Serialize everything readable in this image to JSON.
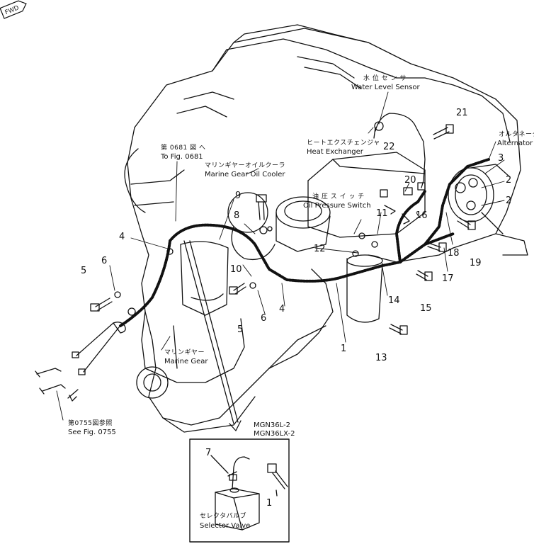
{
  "direction_badge": "FWD",
  "callouts": {
    "water_level_sensor": {
      "jp": "水 位 セ ン サ",
      "en": "Water Level Sensor"
    },
    "alternator": {
      "jp": "オルタネータ",
      "en": "Alternator"
    },
    "heat_exchanger": {
      "jp": "ヒートエクスチェンジャ",
      "en": "Heat Exchanger"
    },
    "to_fig": {
      "jp": "第 0681 図 へ",
      "en": "To Fig. 0681"
    },
    "marine_gear_oil_cooler": {
      "jp": "マリンギヤーオイルクーラ",
      "en": "Marine Gear Oil Cooler"
    },
    "oil_pressure_switch": {
      "jp": "油 圧 ス イ ッ チ",
      "en": "Oil Pressure Switch"
    },
    "marine_gear": {
      "jp": "マリンギヤー",
      "en": "Marine Gear"
    },
    "see_fig": {
      "jp": "第0755図参照",
      "en": "See Fig. 0755"
    },
    "selector_valve": {
      "jp": "セレクタバルブ",
      "en": "Selector Valve"
    }
  },
  "inset": {
    "models": [
      "MGN36L-2",
      "MGN36LX-2"
    ]
  },
  "part_numbers": {
    "p1": "1",
    "p2a": "2",
    "p2b": "2",
    "p3": "3",
    "p4a": "4",
    "p4b": "4",
    "p5a": "5",
    "p5b": "5",
    "p6a": "6",
    "p6b": "6",
    "p7": "7",
    "p8": "8",
    "p9": "9",
    "p10": "10",
    "p11": "11",
    "p12": "12",
    "p13": "13",
    "p14": "14",
    "p15": "15",
    "p16": "16",
    "p17": "17",
    "p18": "18",
    "p19": "19",
    "p20": "20",
    "p21": "21",
    "p22": "22",
    "p1inset": "1"
  }
}
